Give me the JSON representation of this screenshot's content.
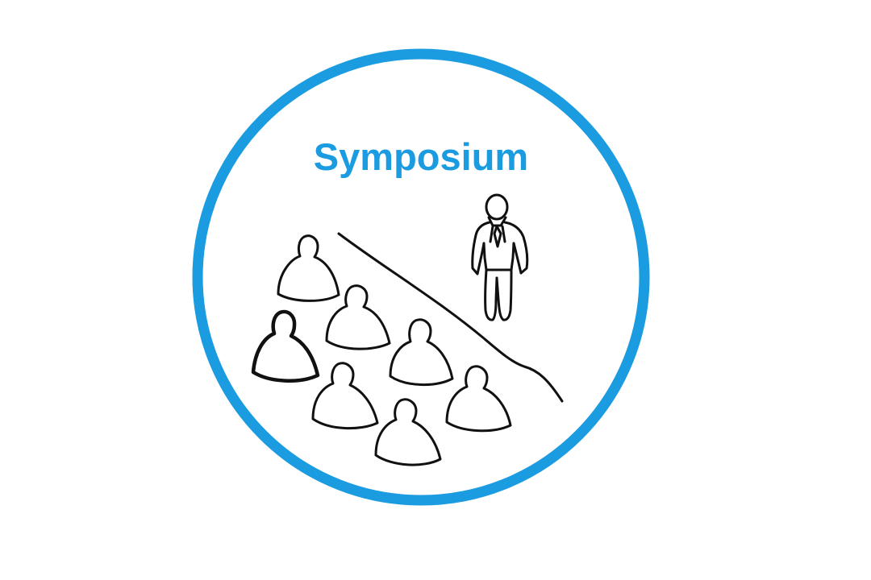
{
  "badge": {
    "title": "Symposium",
    "accent_color": "#1b9be0",
    "ink_color": "#111111",
    "icons": {
      "frame": "circle-frame",
      "audience": "audience-icon",
      "divider": "stage-divider",
      "speaker": "speaker-icon"
    }
  }
}
